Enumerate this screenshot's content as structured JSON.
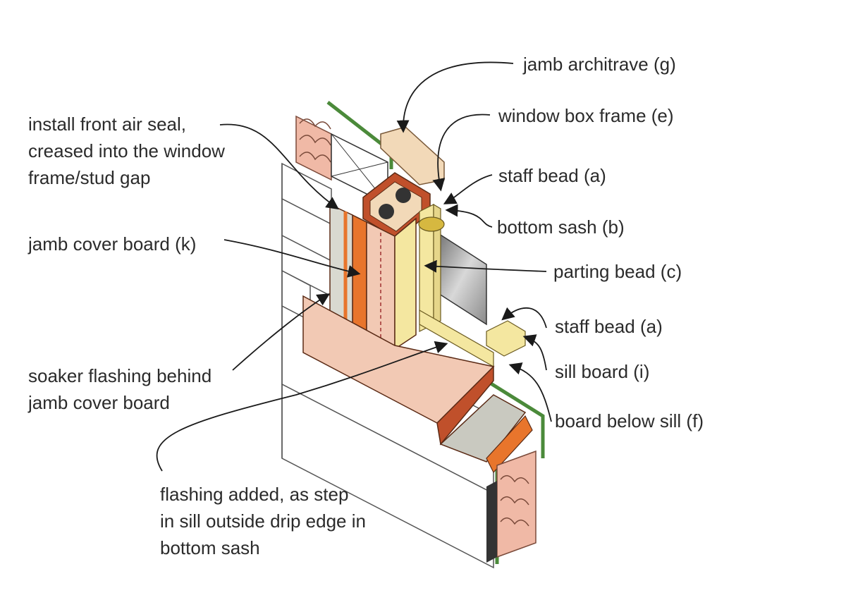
{
  "colors": {
    "wood_dark": "#c0502b",
    "wood_light": "#f2d9b8",
    "orange_seal": "#e8752c",
    "yellow_bead": "#f4e7a0",
    "glass_grey": "#9a9a9a",
    "flashing_pink": "#f2c9b4",
    "green_membrane": "#4b8a3a",
    "insulation_pink": "#f0b9a6",
    "leader_line": "#1a1a1a",
    "text": "#2b2b2b"
  },
  "labels": {
    "jamb_architrave": {
      "lines": [
        "jamb architrave (g)"
      ]
    },
    "window_box_frame": {
      "lines": [
        "window box frame (e)"
      ]
    },
    "front_air_seal": {
      "lines": [
        "install front air seal,",
        "creased into the window",
        "frame/stud gap"
      ]
    },
    "staff_bead_top": {
      "lines": [
        "staff bead (a)"
      ]
    },
    "bottom_sash": {
      "lines": [
        "bottom sash (b)"
      ]
    },
    "jamb_cover_board": {
      "lines": [
        "jamb cover board (k)"
      ]
    },
    "parting_bead": {
      "lines": [
        "parting bead (c)"
      ]
    },
    "staff_bead_bottom": {
      "lines": [
        "staff bead (a)"
      ]
    },
    "sill_board": {
      "lines": [
        "sill board (i)"
      ]
    },
    "soaker_flashing": {
      "lines": [
        "soaker flashing behind",
        "jamb cover board"
      ]
    },
    "board_below_sill": {
      "lines": [
        "board below sill (f)"
      ]
    },
    "flashing_added": {
      "lines": [
        "flashing added, as step",
        "in sill outside drip edge in",
        "bottom sash"
      ]
    }
  }
}
